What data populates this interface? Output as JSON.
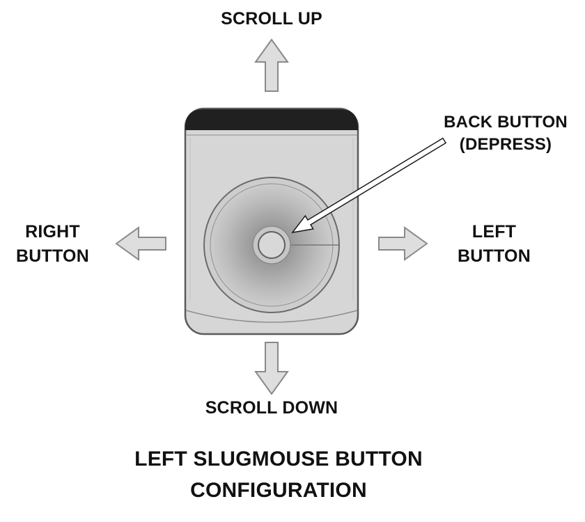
{
  "labels": {
    "scroll_up": "SCROLL UP",
    "scroll_down": "SCROLL DOWN",
    "right_button": [
      "RIGHT",
      "BUTTON"
    ],
    "left_button": [
      "LEFT",
      "BUTTON"
    ],
    "back_button": [
      "BACK BUTTON",
      "(DEPRESS)"
    ]
  },
  "title": [
    "LEFT SLUGMOUSE BUTTON",
    "CONFIGURATION"
  ],
  "colors": {
    "background": "#ffffff",
    "text": "#111111",
    "arrow_fill": "#dedede",
    "arrow_stroke": "#898989",
    "device_body": "#d6d6d6",
    "device_outline": "#5a5a5a",
    "device_top_band": "#202020",
    "callout_arrow_fill": "#ffffff",
    "callout_arrow_stroke": "#1a1a1a"
  }
}
